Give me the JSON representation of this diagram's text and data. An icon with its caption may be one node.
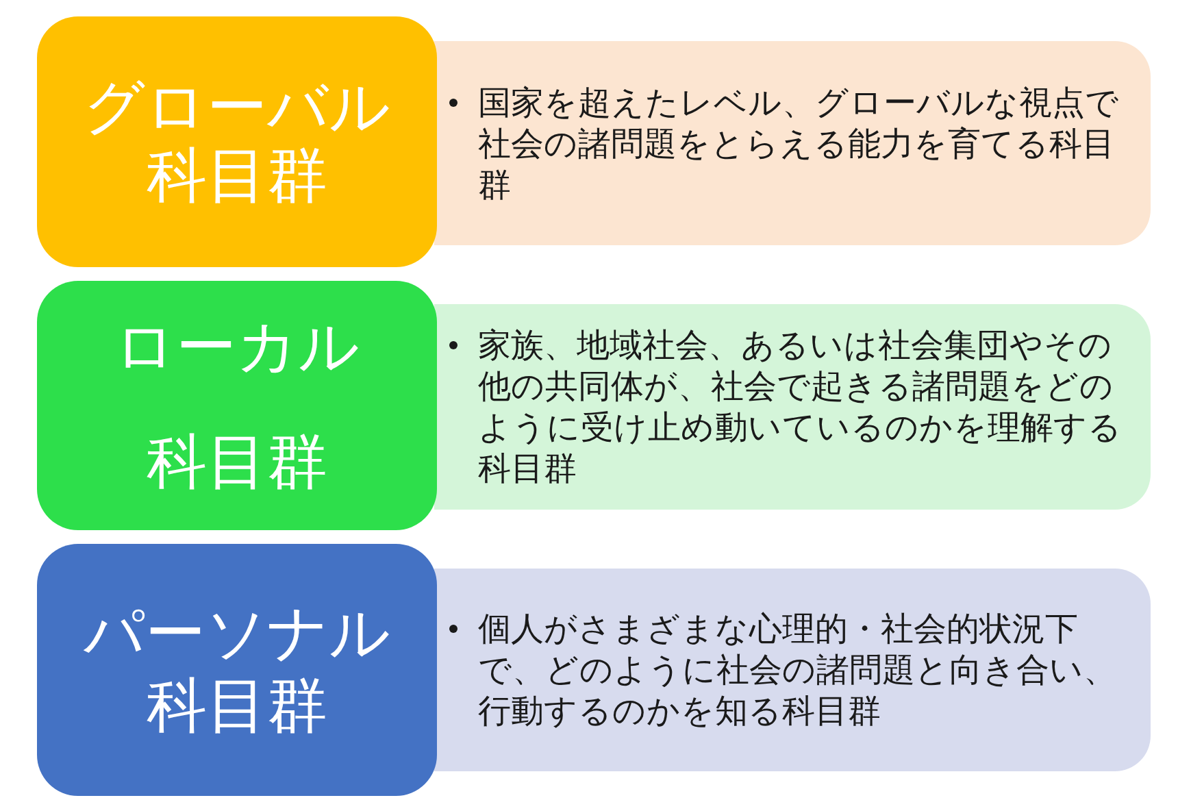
{
  "diagram": {
    "nodes": [
      {
        "text": [
          "グローバル科目群"
        ]
      },
      {
        "text": [
          "国家を超えたレベル、グローバルな視点で社会の諸問題をとらえる能力を育てる科目群"
        ]
      },
      {
        "text": [
          "ローカル科目群"
        ]
      },
      {
        "text": [
          "家族、地域社会、あるいは社会集団やその他の共同体が、社会で起きる諸問題をどのように受け止め動いているのかを理解する科目群"
        ]
      },
      {
        "text": [
          "パーソナル科目群"
        ]
      },
      {
        "text": [
          "個人がさまざまな心理的・社会的状況下で、どのように社会の諸問題と向き合い、行動するのかを知る科目群"
        ]
      }
    ]
  }
}
